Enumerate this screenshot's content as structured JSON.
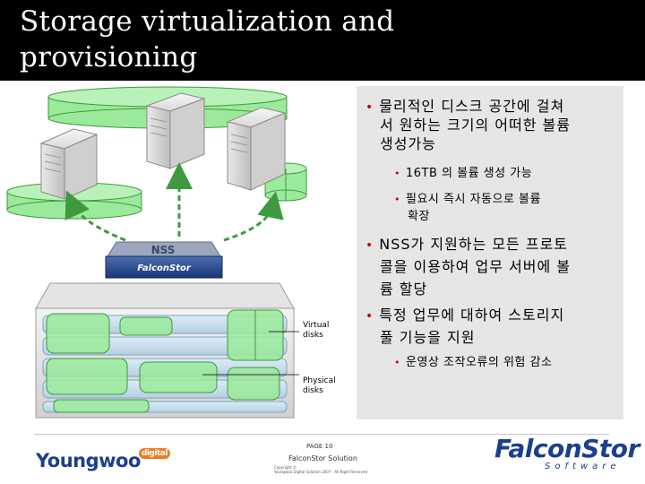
{
  "title_line1": "Storage virtualization and",
  "title_line2": "provisioning",
  "bullets": [
    {
      "level": 1,
      "lines": [
        "물리적인 디스크 공간에 걸쳐",
        "서 원하는 크기의 어떠한 볼륨",
        "생성가능"
      ]
    },
    {
      "level": 2,
      "lines": [
        "16TB 의 볼륨 생성 가능"
      ]
    },
    {
      "level": 2,
      "lines": [
        "필요시 즉시 자동으로 볼륨",
        "확장"
      ]
    },
    {
      "level": 1,
      "lines": [
        "NSS가 지원하는 모든 프로토",
        "콜을 이용하여 업무 서버에 볼",
        "륨 할당"
      ]
    },
    {
      "level": 1,
      "lines": [
        "특정 업무에 대하여 스토리지",
        "풀 기능을 지원"
      ]
    },
    {
      "level": 2,
      "lines": [
        "운영상 조작오류의 위험 감소"
      ]
    }
  ],
  "diagram": {
    "virtual_label_1": "Virtual",
    "virtual_label_2": "disks",
    "physical_label_1": "Physical",
    "physical_label_2": "disks",
    "appliance_label": "NSS",
    "appliance_brand": "FalconStor"
  },
  "footer": {
    "page": "PAGE 10",
    "subtitle": "FalconStor Solution",
    "copyright_1": "Copyright ©",
    "copyright_2": "Youngwoo Digital Solution 2007 - All Right Reserved",
    "left_logo": "Youngwoo",
    "left_logo_tag": "digital",
    "right_logo": "FalconStor",
    "right_logo_sub": "Software"
  },
  "colors": {
    "title_bg": "#000000",
    "title_text": "#ffffff",
    "panel_bg": "#e6e6e6",
    "bullet": "#cc0000",
    "green": "#9bea9b",
    "green_border": "#3f9a3f",
    "disk_blue": "#cfe4f1"
  },
  "icons": [
    "server-icon",
    "appliance-icon",
    "arrow-icon",
    "disk-cylinder-icon"
  ]
}
